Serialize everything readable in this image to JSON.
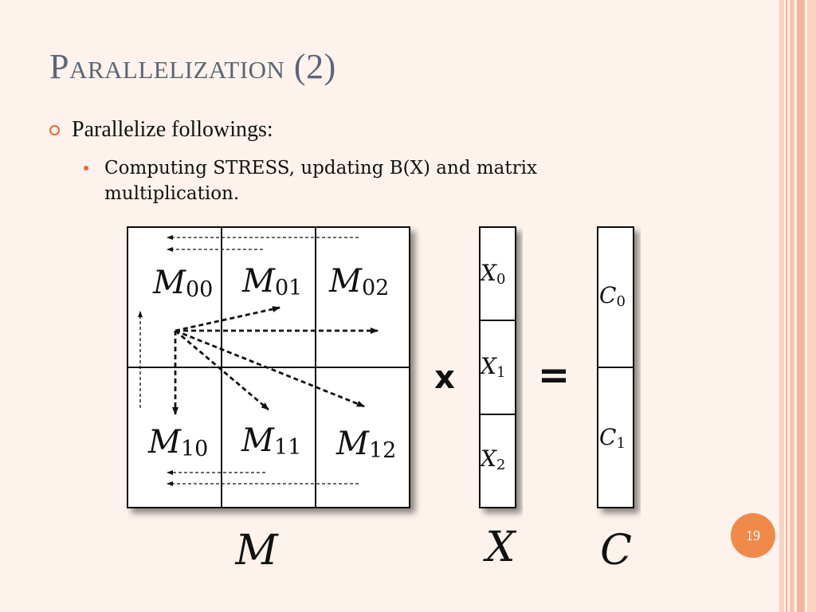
{
  "slide": {
    "title": "Parallelization (2)",
    "bullet": "Parallelize followings:",
    "sub_bullet": "Computing STRESS, updating B(X) and matrix multiplication.",
    "page_number": "19"
  },
  "colors": {
    "background": "#fdf2ec",
    "title": "#5b6575",
    "accent": "#e36b32",
    "page_badge": "#f08a4b",
    "stripe_light": "#f9d2c0",
    "stripe_mid": "#f4b497"
  },
  "diagram": {
    "matrix_label": "M",
    "vector_x_label": "X",
    "vector_c_label": "C",
    "times_symbol": "x",
    "equals_symbol": "=",
    "blocks": [
      {
        "base": "M",
        "sub": "00"
      },
      {
        "base": "M",
        "sub": "01"
      },
      {
        "base": "M",
        "sub": "02"
      },
      {
        "base": "M",
        "sub": "10"
      },
      {
        "base": "M",
        "sub": "11"
      },
      {
        "base": "M",
        "sub": "12"
      }
    ],
    "x_blocks": [
      {
        "base": "X",
        "sub": "0"
      },
      {
        "base": "X",
        "sub": "1"
      },
      {
        "base": "X",
        "sub": "2"
      }
    ],
    "c_blocks": [
      {
        "base": "C",
        "sub": "0"
      },
      {
        "base": "C",
        "sub": "1"
      }
    ]
  }
}
